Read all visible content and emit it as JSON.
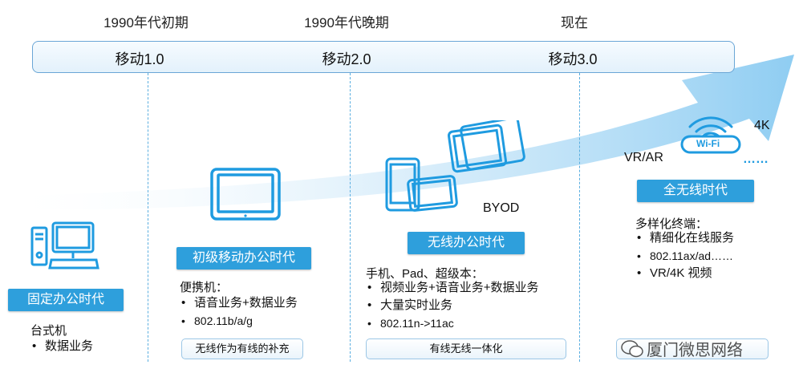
{
  "eras": [
    "1990年代初期",
    "1990年代晚期",
    "现在"
  ],
  "phases": [
    "移动1.0",
    "移动2.0",
    "移动3.0"
  ],
  "stages": [
    {
      "title": "固定办公时代",
      "heading": "台式机",
      "bullets": [
        "数据业务"
      ]
    },
    {
      "title": "初级移动办公时代",
      "heading": "便携机：",
      "bullets": [
        "语音业务+数据业务",
        "802.11b/a/g"
      ],
      "note": "无线作为有线的补充"
    },
    {
      "title": "无线办公时代",
      "heading": "手机、Pad、超级本：",
      "bullets": [
        "视频业务+语音业务+数据业务",
        "大量实时业务",
        "802.11n->11ac"
      ],
      "note": "有线无线一体化",
      "tag": "BYOD"
    },
    {
      "title": "全无线时代",
      "heading": "多样化终端：",
      "bullets": [
        "精细化在线服务",
        "802.11ax/ad……",
        "VR/4K 视频"
      ],
      "tags": [
        "VR/AR",
        "4K",
        "……"
      ],
      "wifi": "Wi-Fi"
    }
  ],
  "watermark": "厦门微思网络",
  "colors": {
    "accent": "#2e9fdc",
    "divider": "#5aaee0",
    "arrow": "#9fd3f3"
  },
  "icons": [
    "desktop-computer-icon",
    "tablet-icon",
    "tablets-icon",
    "wifi-icon",
    "wechat-icon"
  ]
}
